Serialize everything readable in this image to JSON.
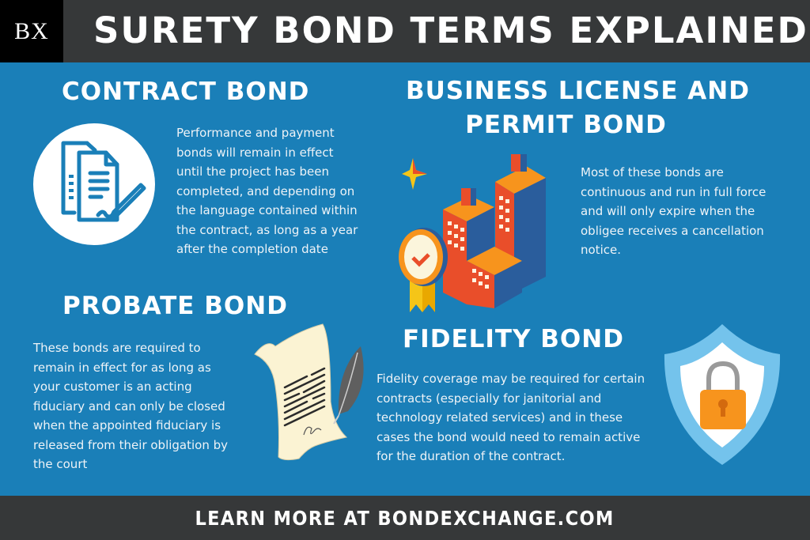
{
  "header": {
    "logo": "BX",
    "title": "SURETY BOND TERMS EXPLAINED"
  },
  "sections": {
    "contract": {
      "title": "CONTRACT BOND",
      "body": "Performance and payment bonds will remain in effect until the project has been completed, and depending on the language contained within the contract, as long as a year after the completion date",
      "icon": "document-signing-icon"
    },
    "license": {
      "title_line1": "BUSINESS LICENSE AND",
      "title_line2": "PERMIT BOND",
      "body": "Most of these bonds are continuous and run in full force and will only expire when the obligee receives a cancellation notice.",
      "icon": "buildings-badge-icon"
    },
    "probate": {
      "title": "PROBATE BOND",
      "body": "These bonds are required to remain in effect for as long as your customer is an acting fiduciary and can only be closed when the appointed fiduciary is released from their obligation by the court",
      "icon": "scroll-quill-icon"
    },
    "fidelity": {
      "title": "FIDELITY BOND",
      "body": "Fidelity coverage may be required for certain contracts (especially for janitorial and technology related services) and in these cases the bond would need to remain active for the duration of the contract.",
      "icon": "shield-lock-icon"
    }
  },
  "footer": {
    "cta": "LEARN MORE AT BONDEXCHANGE.COM"
  },
  "colors": {
    "background": "#1a7fb8",
    "bar": "#363839",
    "logo_bg": "#000000",
    "text": "#ffffff"
  }
}
